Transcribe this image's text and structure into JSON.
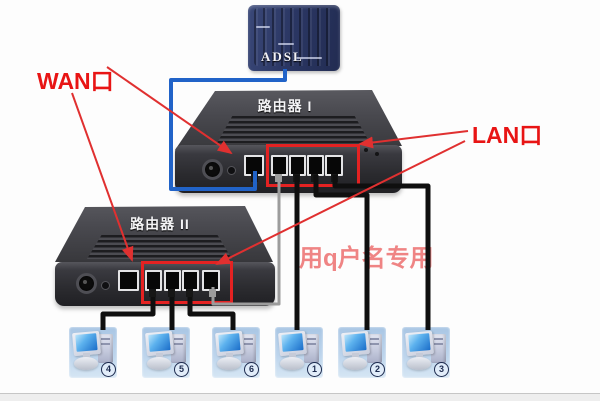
{
  "labels": {
    "wan": "WAN口",
    "lan": "LAN口",
    "watermark": "用q户名专用"
  },
  "modem": {
    "text": "ADSL"
  },
  "routers": [
    {
      "label": "路由器 I"
    },
    {
      "label": "路由器 II"
    }
  ],
  "computers": [
    {
      "number": "4"
    },
    {
      "number": "5"
    },
    {
      "number": "6"
    },
    {
      "number": "1"
    },
    {
      "number": "2"
    },
    {
      "number": "3"
    }
  ],
  "colors": {
    "annotation_red": "#e42222",
    "label_red": "#e81414",
    "watermark_pink": "#ee7777",
    "wan_cable_blue": "#2163c8",
    "uplink_cable_gray": "#9c9c9c",
    "lan_cable_black": "#0f0f0f"
  }
}
